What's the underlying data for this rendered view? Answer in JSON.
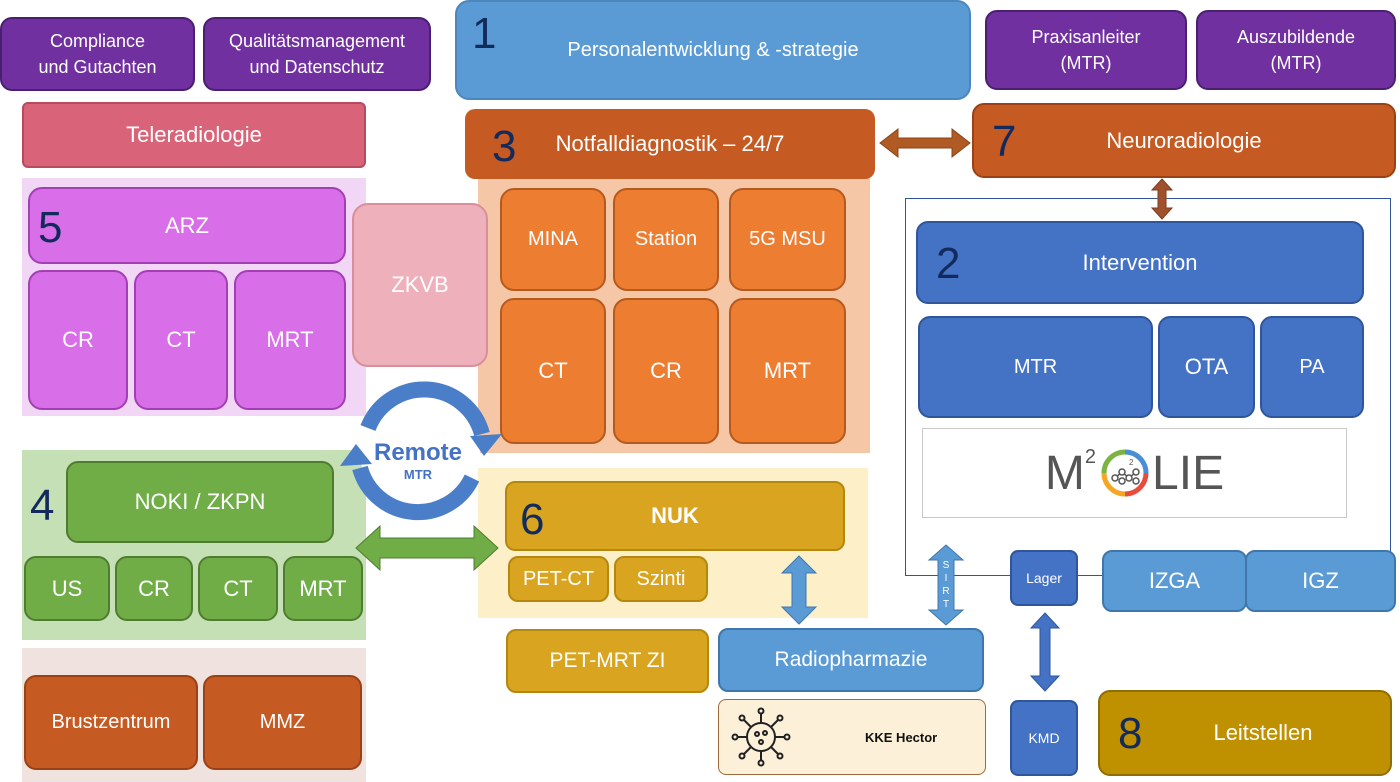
{
  "top": {
    "compliance": "Compliance\nund Gutachten",
    "quality": "Qualitätsmanagement\nund Datenschutz",
    "hr_number": "1",
    "hr": "Personalentwicklung & -strategie",
    "praxisanleiter": "Praxisanleiter\n(MTR)",
    "auszubildende": "Auszubildende\n(MTR)"
  },
  "teleradiologie": "Teleradiologie",
  "arz": {
    "number": "5",
    "title": "ARZ",
    "items": [
      "CR",
      "CT",
      "MRT"
    ]
  },
  "zkvb": "ZKVB",
  "notfall": {
    "number": "3",
    "title": "Notfalldiagnostik – 24/7",
    "row1": [
      "MINA",
      "Station",
      "5G MSU"
    ],
    "row2": [
      "CT",
      "CR",
      "MRT"
    ]
  },
  "neuro": {
    "number": "7",
    "title": "Neuroradiologie"
  },
  "intervention": {
    "number": "2",
    "title": "Intervention",
    "items": [
      "MTR",
      "OTA",
      "PA"
    ],
    "logo_m": "M",
    "logo_sup": "2",
    "logo_lie": "LIE",
    "logo_inner_sup": "2"
  },
  "remote": {
    "title": "Remote",
    "sub": "MTR"
  },
  "noki": {
    "number": "4",
    "title": "NOKI / ZKPN",
    "items": [
      "US",
      "CR",
      "CT",
      "MRT"
    ]
  },
  "nuk": {
    "number": "6",
    "title": "NUK",
    "items": [
      "PET-CT",
      "Szinti"
    ]
  },
  "petmrt": "PET-MRT ZI",
  "radiopharmazie": "Radiopharmazie",
  "sirt": [
    "S",
    "I",
    "R",
    "T"
  ],
  "lager": "Lager",
  "izga": "IZGA",
  "igz": "IGZ",
  "kmd": "KMD",
  "kke": "KKE Hector",
  "leitstellen": {
    "number": "8",
    "title": "Leitstellen"
  },
  "bottom": {
    "brust": "Brustzentrum",
    "mmz": "MMZ"
  },
  "colors": {
    "purple": "#7030a0",
    "orange": "#ed7d31",
    "rust": "#c55a22",
    "magenta": "#d86ee8",
    "green": "#70ad47",
    "gold": "#d9a520",
    "blue": "#4472c4",
    "light_blue": "#5b9bd5",
    "teleradiologie": "#d9647a",
    "zkvb": "#eeb1bb",
    "number_text": "#132a5c"
  }
}
